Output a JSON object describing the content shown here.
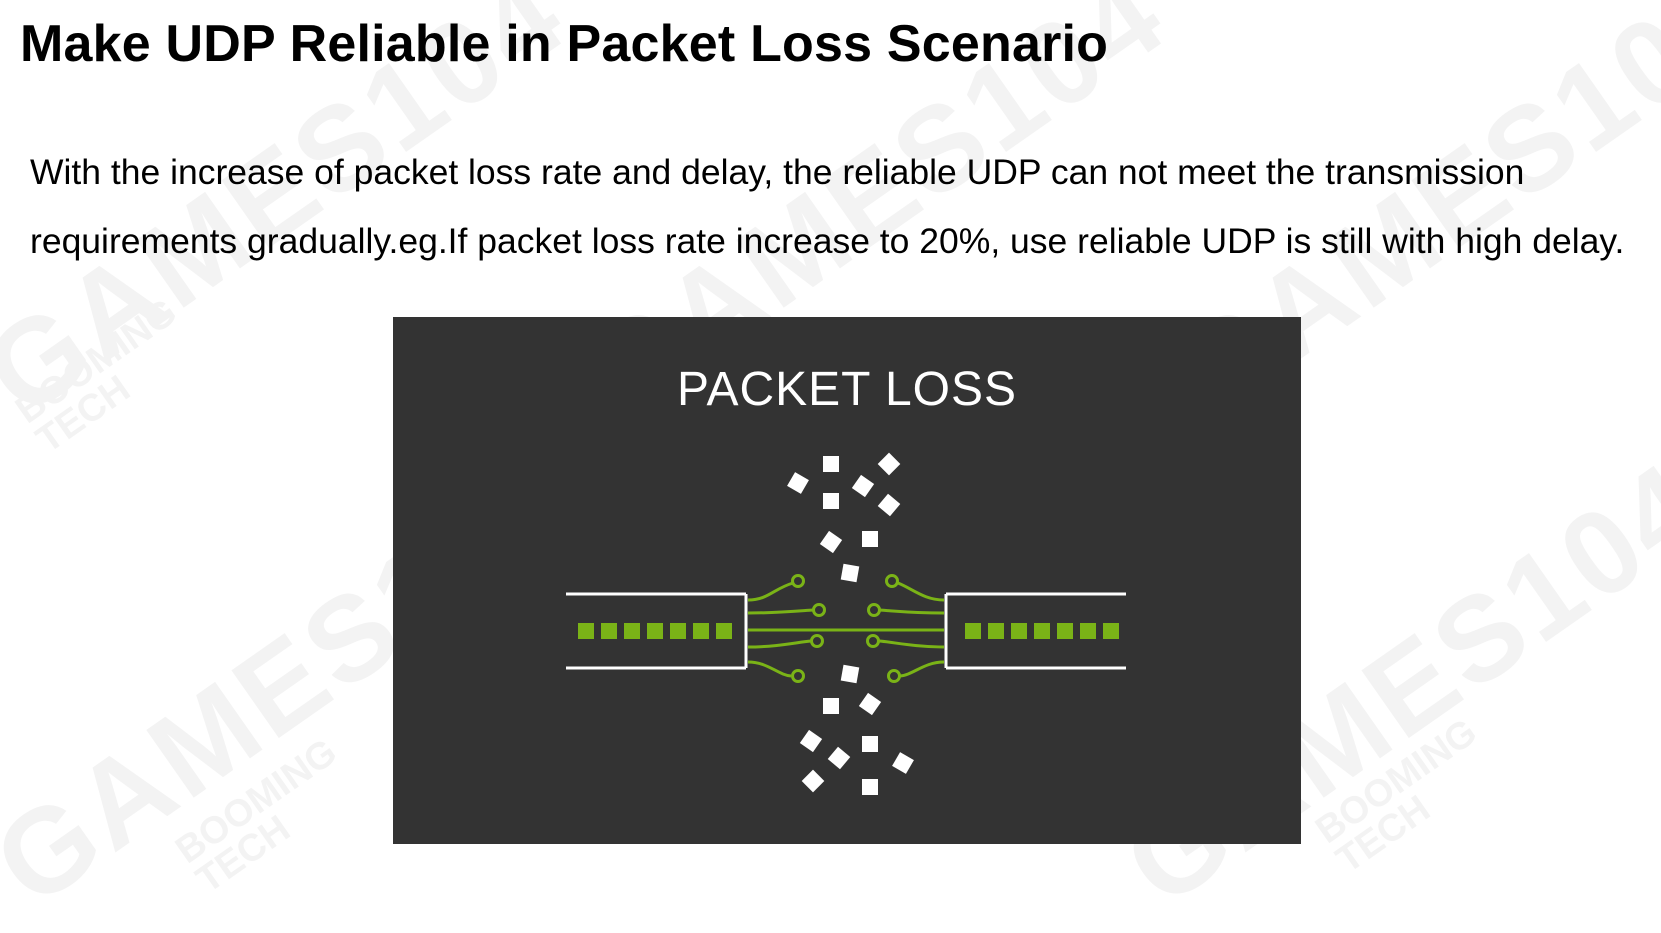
{
  "slide": {
    "title": "Make UDP Reliable in Packet Loss Scenario",
    "body": "With the increase of packet loss rate and delay, the reliable UDP can not meet the transmission requirements gradually.eg.If packet loss rate increase to 20%, use reliable UDP is still with high delay."
  },
  "figure": {
    "label": "PACKET LOSS",
    "background_color": "#333333",
    "accent_color": "#7ab317",
    "packet_color": "#ffffff"
  },
  "watermark": {
    "brand": "GAMES104",
    "sub_line1": "BOOMING",
    "sub_line2": "TECH"
  }
}
